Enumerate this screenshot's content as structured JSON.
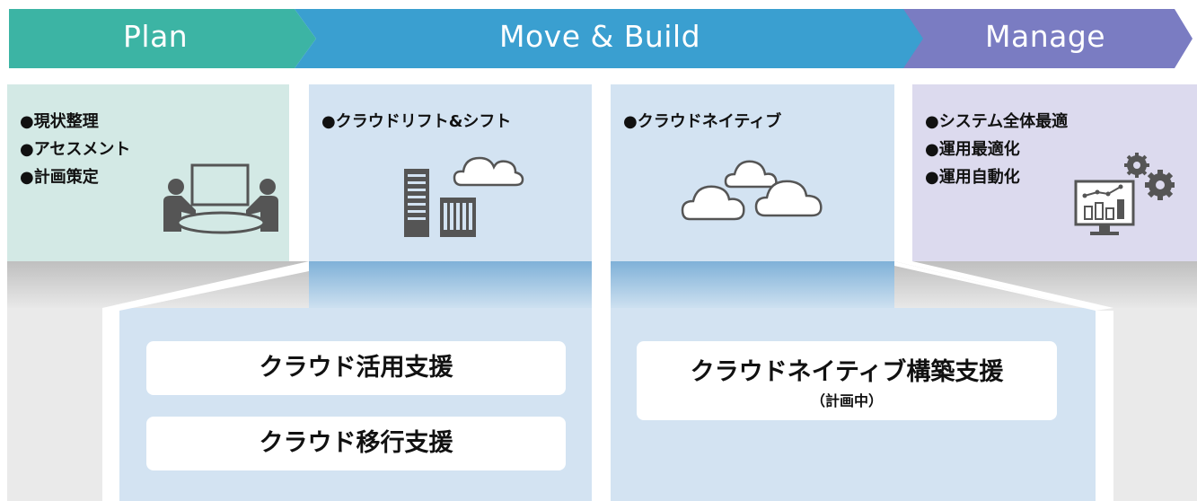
{
  "phases": [
    {
      "label": "Plan",
      "color": "#3cb4a4"
    },
    {
      "label": "Move & Build",
      "color": "#3a9fd0"
    },
    {
      "label": "Manage",
      "color": "#7a7cc2"
    }
  ],
  "columns": {
    "plan": {
      "items": [
        "●現状整理",
        "●アセスメント",
        "●計画策定"
      ],
      "icon": "meeting-icon"
    },
    "lift_shift": {
      "items": [
        "●クラウドリフト&シフト"
      ],
      "icon": "server-cloud-icon"
    },
    "native": {
      "items": [
        "●クラウドネイティブ"
      ],
      "icon": "clouds-icon"
    },
    "manage": {
      "items": [
        "●システム全体最適",
        "●運用最適化",
        "●運用自動化"
      ],
      "icon": "monitor-gears-icon"
    }
  },
  "services": {
    "left": [
      "クラウド活用支援",
      "クラウド移行支援"
    ],
    "right": {
      "title": "クラウドネイティブ構築支援",
      "note": "（計画中）"
    }
  }
}
